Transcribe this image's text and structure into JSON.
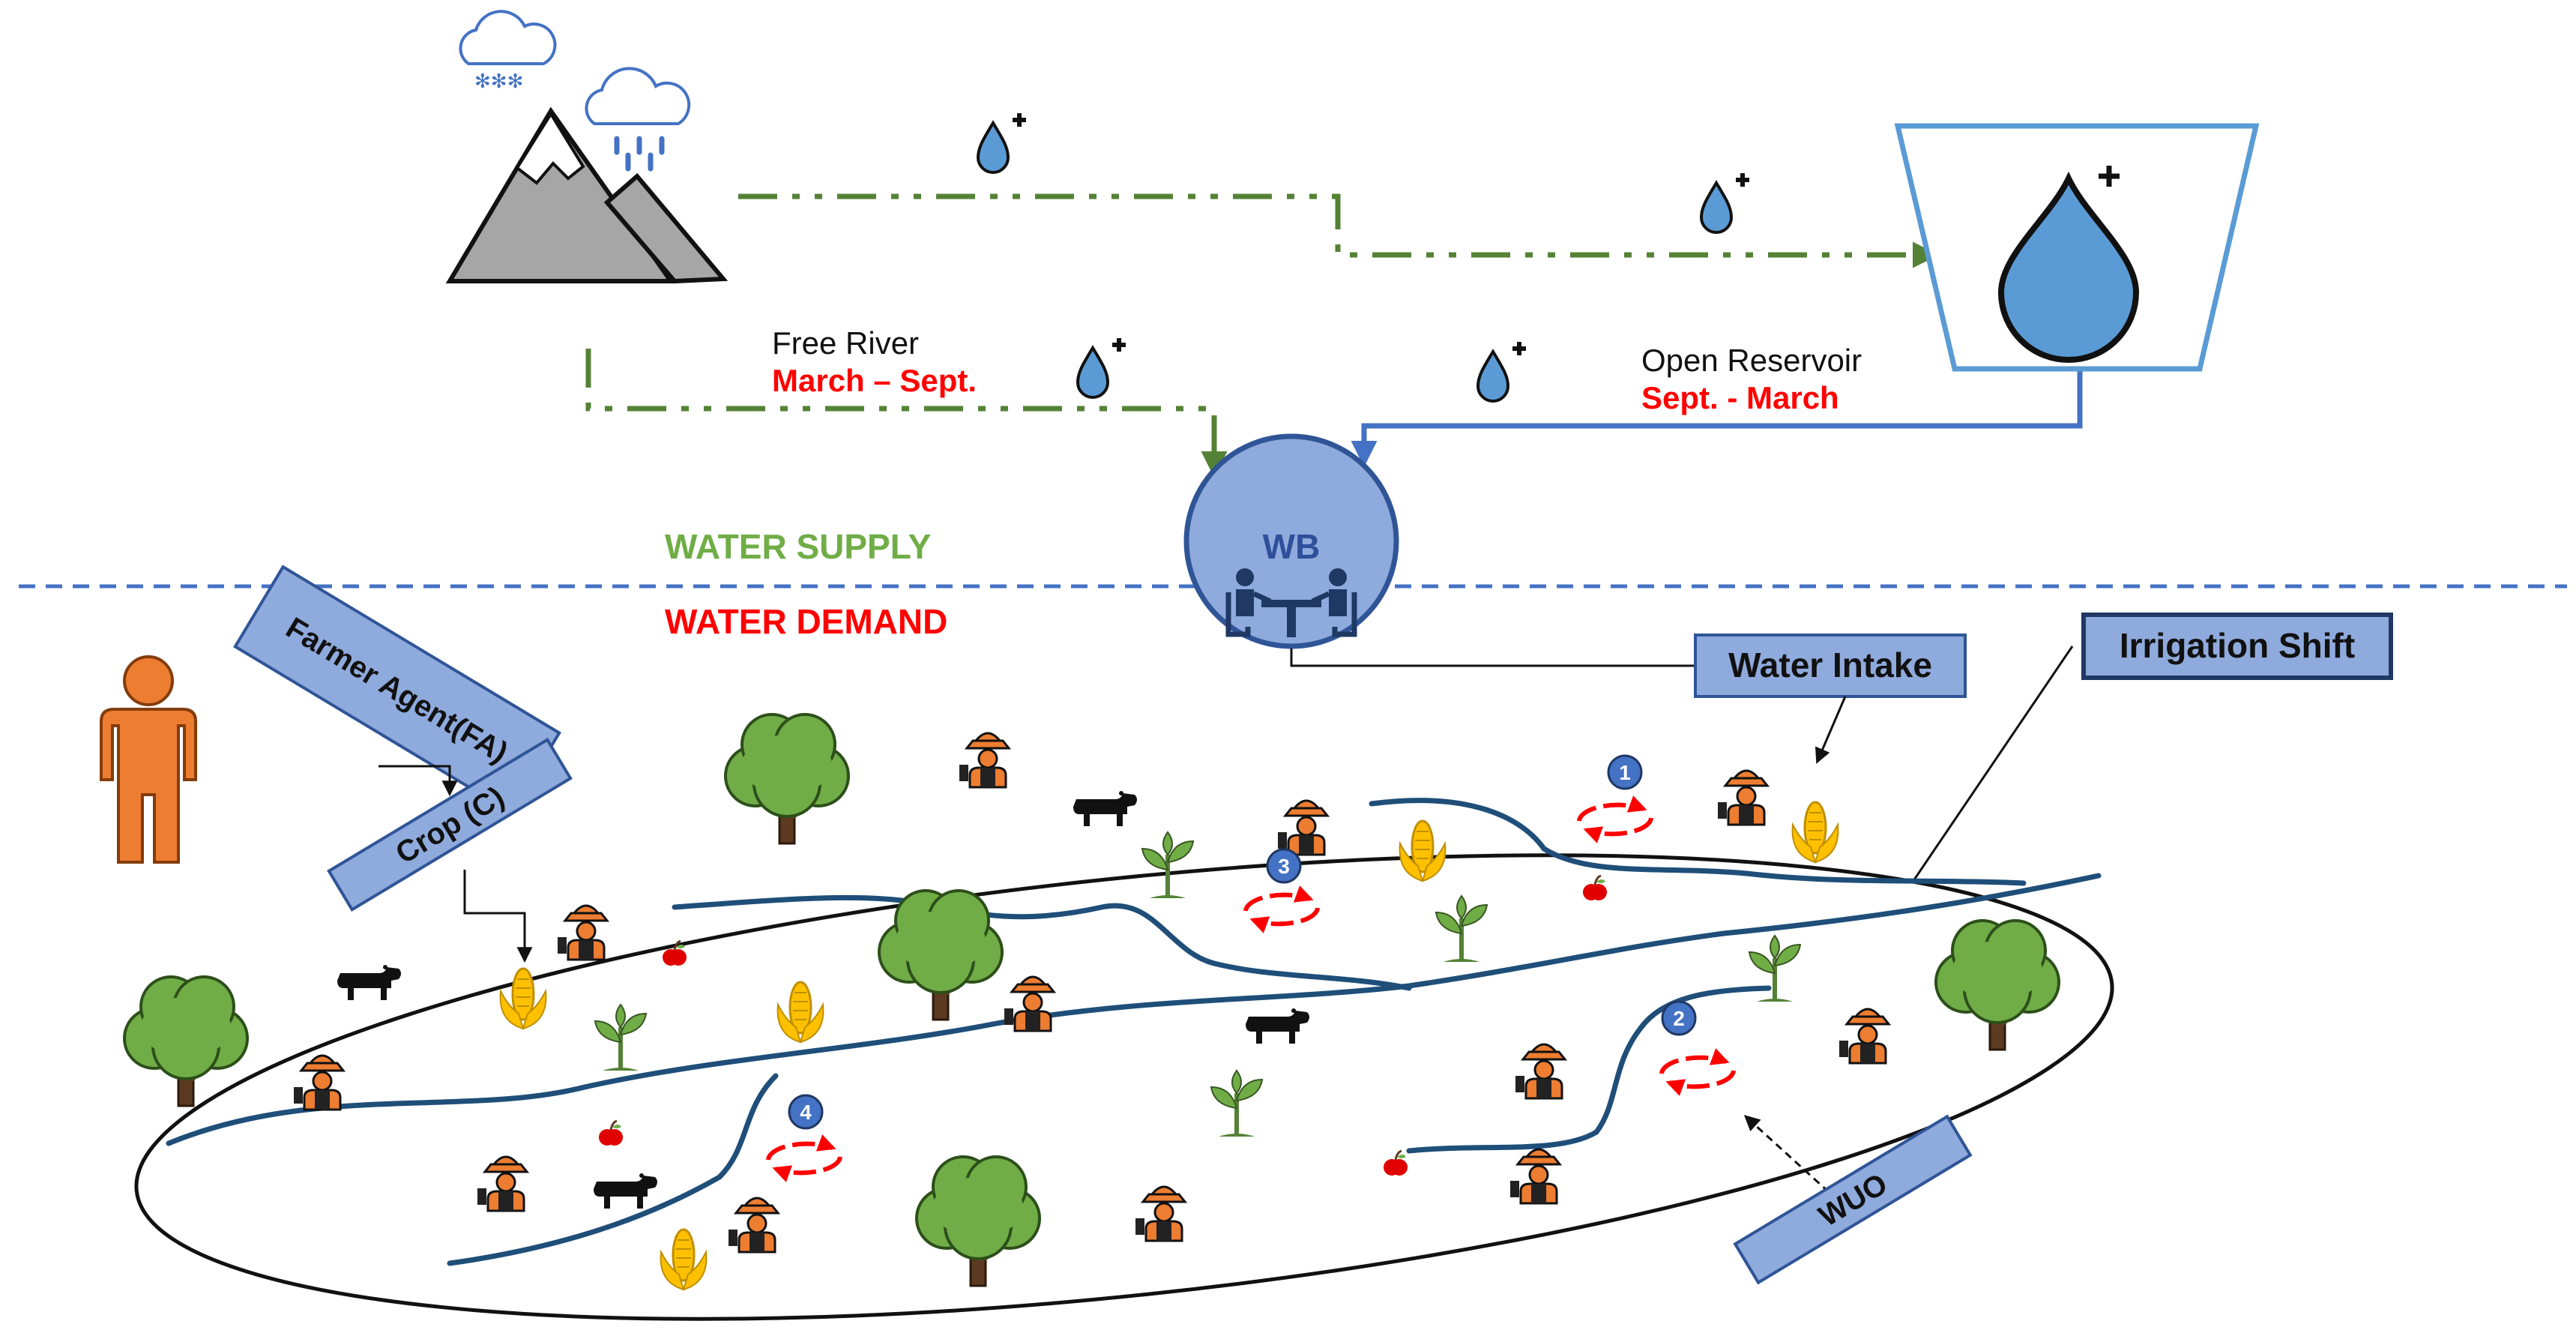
{
  "sections": {
    "supply": "WATER SUPPLY",
    "demand": "WATER DEMAND"
  },
  "sources": {
    "free_river": {
      "name": "Free River",
      "period": "March – Sept."
    },
    "open_reservoir": {
      "name": "Open Reservoir",
      "period": "Sept. - March"
    }
  },
  "nodes": {
    "water_board": "WB",
    "farmer_agent": "Farmer Agent(FA)",
    "crop": "Crop (C)",
    "wuo": "WUO",
    "water_intake": "Water Intake",
    "irrigation_shift": "Irrigation Shift"
  },
  "shift_markers": [
    "1",
    "2",
    "3",
    "4"
  ],
  "colors": {
    "supply_green": "#548235",
    "reservoir_blue": "#4472c4",
    "river_blue": "#1f4e79",
    "demand_red": "#ff0000",
    "box_fill": "#8faadc",
    "tree_green": "#70ad47",
    "farmer_orange": "#ed7d31",
    "corn_yellow": "#ffc000"
  },
  "icons": [
    "mountain-icon",
    "snow-cloud-icon",
    "rain-cloud-icon",
    "water-drop-plus-icon",
    "reservoir-icon",
    "meeting-icon",
    "person-icon",
    "tree-icon",
    "farmer-icon",
    "cow-icon",
    "corn-icon",
    "sprout-icon",
    "apple-icon",
    "cycle-arrows-icon"
  ]
}
